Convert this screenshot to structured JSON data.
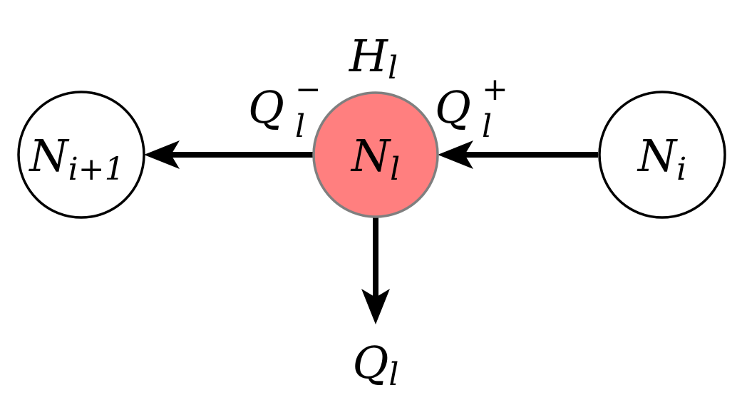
{
  "nodes": {
    "left": {
      "symbol": "N",
      "subscript": "i+1"
    },
    "center": {
      "symbol": "N",
      "subscript": "l",
      "fill": "#ff7f7f",
      "stroke": "#7f7f7f"
    },
    "right": {
      "symbol": "N",
      "subscript": "i"
    }
  },
  "labels": {
    "head": {
      "symbol": "H",
      "subscript": "l"
    },
    "outflow_left": {
      "symbol": "Q",
      "subscript": "l",
      "superscript": "−"
    },
    "inflow_right": {
      "symbol": "Q",
      "subscript": "l",
      "superscript": "+"
    },
    "bottom": {
      "symbol": "Q",
      "subscript": "l"
    }
  },
  "colors": {
    "arrow": "#000000",
    "outer_node_stroke": "#000000",
    "outer_node_fill": "#ffffff"
  }
}
